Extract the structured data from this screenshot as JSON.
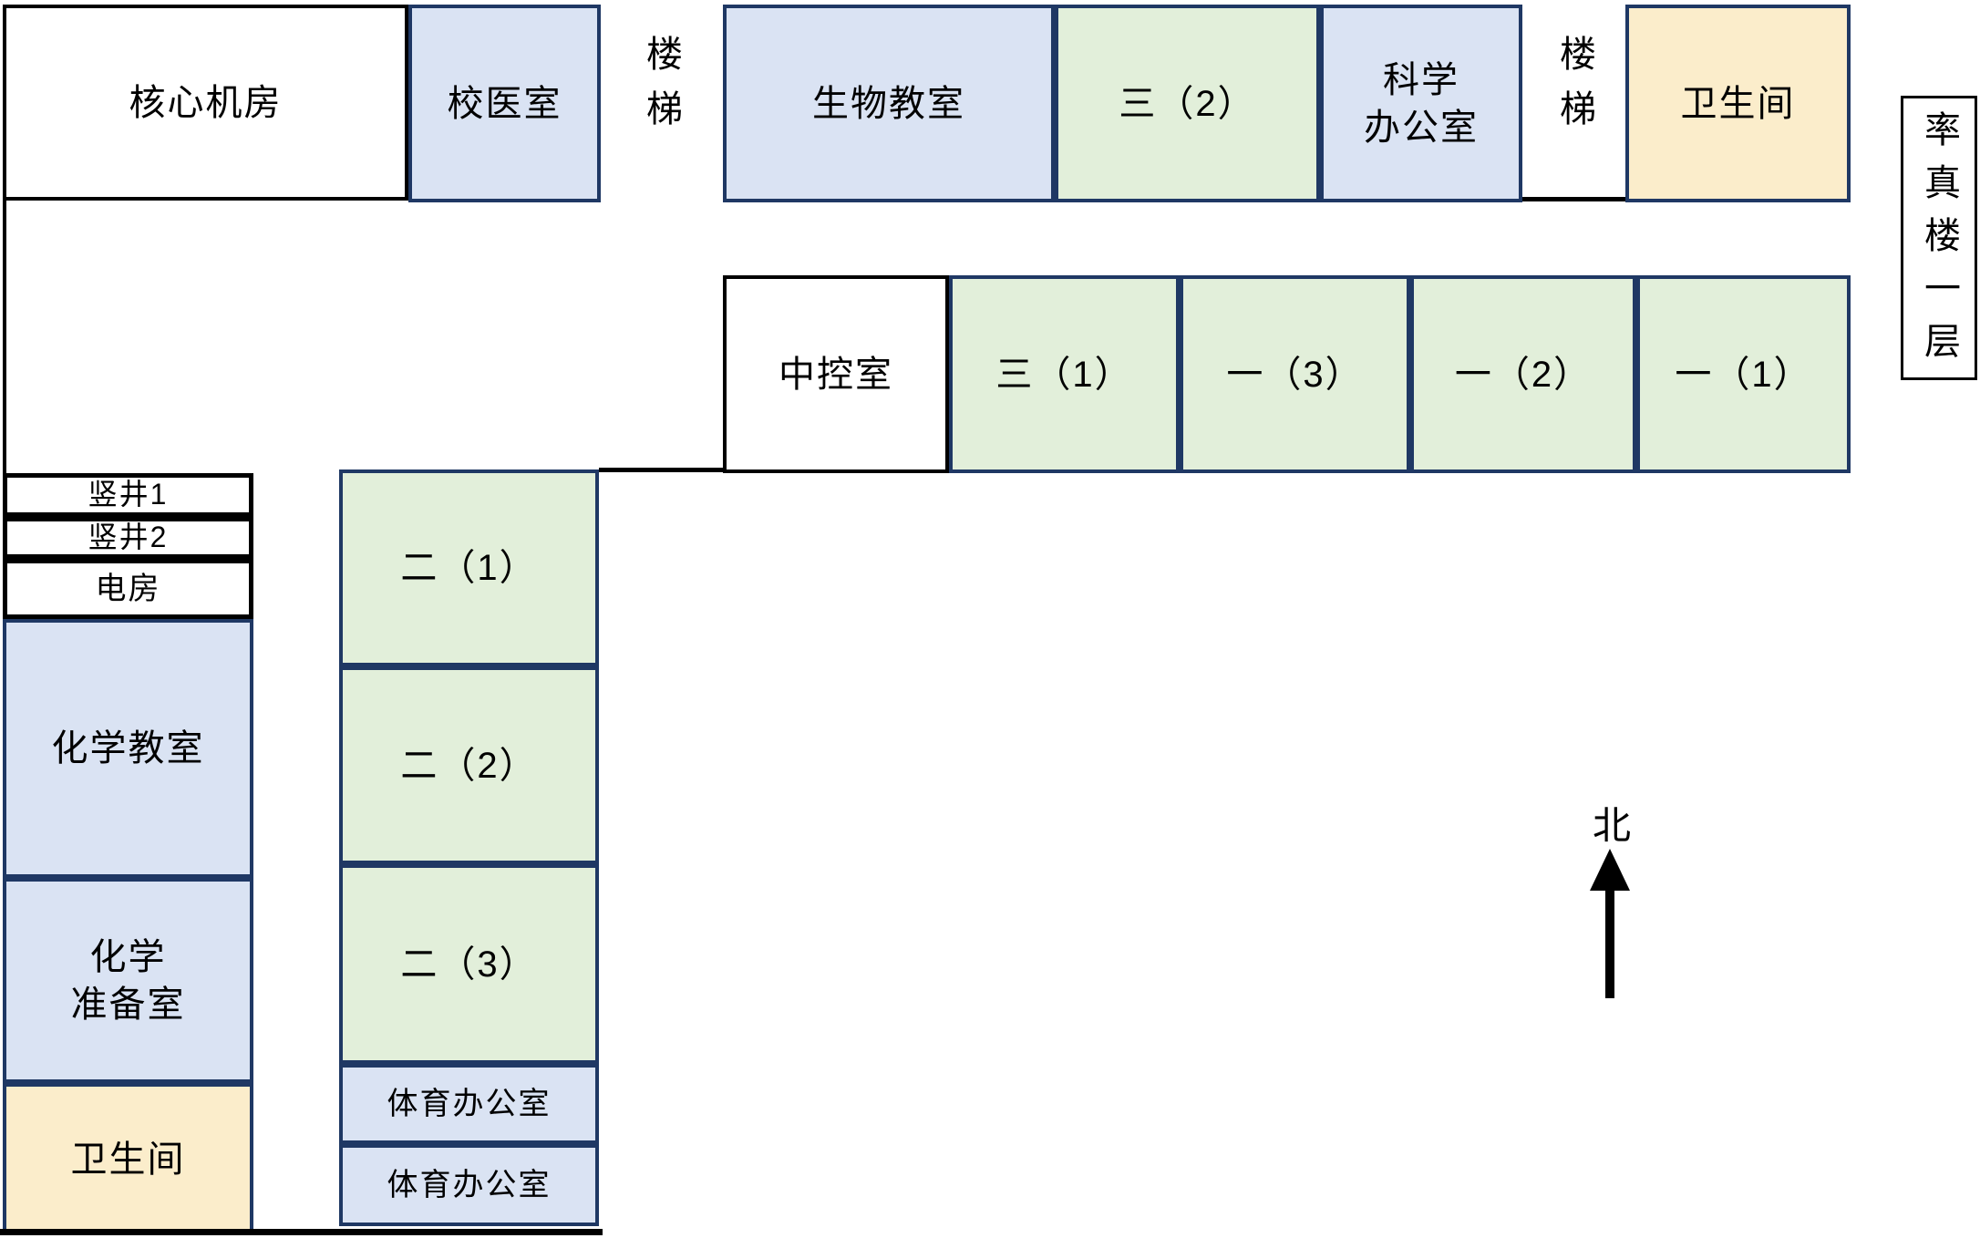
{
  "building": {
    "name_vertical": "率真楼一层"
  },
  "compass": {
    "north_label": "北"
  },
  "colors": {
    "room_blue": "#dae3f3",
    "room_green": "#e2efda",
    "room_yellow": "#fbedcb",
    "room_white": "#ffffff",
    "border_colored": "#1f3864",
    "border_white_room": "#000000",
    "wall": "#000000"
  },
  "rooms": {
    "core_server_room": {
      "label": "核心机房"
    },
    "clinic": {
      "label": "校医室"
    },
    "stair_north_1": {
      "label": "楼梯"
    },
    "biology_classroom": {
      "label": "生物教室"
    },
    "class_3_2": {
      "label": "三（2）"
    },
    "science_office": {
      "label": "科学\n办公室"
    },
    "stair_north_2": {
      "label": "楼梯"
    },
    "restroom_north": {
      "label": "卫生间"
    },
    "control_room": {
      "label": "中控室"
    },
    "class_3_1": {
      "label": "三（1）"
    },
    "class_1_3": {
      "label": "一（3）"
    },
    "class_1_2": {
      "label": "一（2）"
    },
    "class_1_1": {
      "label": "一（1）"
    },
    "shaft_1": {
      "label": "竖井1"
    },
    "shaft_2": {
      "label": "竖井2"
    },
    "power_room": {
      "label": "电房"
    },
    "chemistry_classroom": {
      "label": "化学教室"
    },
    "chemistry_prep_room": {
      "label": "化学\n准备室"
    },
    "restroom_west": {
      "label": "卫生间"
    },
    "class_2_1": {
      "label": "二（1）"
    },
    "class_2_2": {
      "label": "二（2）"
    },
    "class_2_3": {
      "label": "二（3）"
    },
    "pe_office_1": {
      "label": "体育办公室"
    },
    "pe_office_2": {
      "label": "体育办公室"
    }
  }
}
